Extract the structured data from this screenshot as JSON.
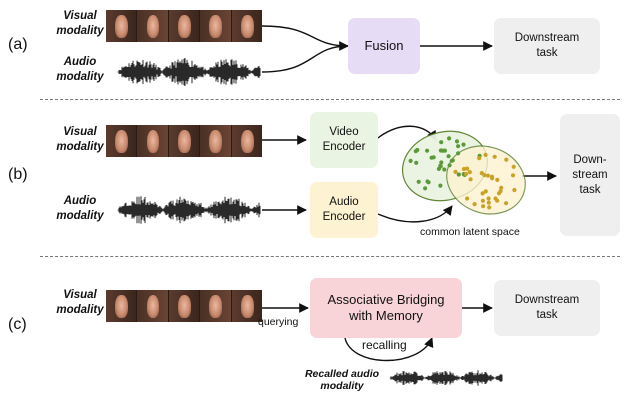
{
  "panel_a": {
    "label": "(a)",
    "visual_label": "Visual\nmodality",
    "audio_label": "Audio\nmodality",
    "fusion": "Fusion",
    "downstream": "Downstream\ntask",
    "colors": {
      "fusion": "#e6dcf5",
      "downstream": "#efefef"
    }
  },
  "panel_b": {
    "label": "(b)",
    "visual_label": "Visual\nmodality",
    "audio_label": "Audio\nmodality",
    "video_encoder": "Video\nEncoder",
    "audio_encoder": "Audio\nEncoder",
    "latent_caption": "common latent space",
    "downstream": "Down-\nstream\ntask",
    "colors": {
      "video_encoder": "#eaf4e2",
      "audio_encoder": "#fdf2d2",
      "green_dots": "#5a9a3a",
      "gold_dots": "#c9a227"
    }
  },
  "panel_c": {
    "label": "(c)",
    "visual_label": "Visual\nmodality",
    "memory": "Associative Bridging\nwith Memory",
    "querying": "querying",
    "recalling": "recalling",
    "recalled_label": "Recalled audio\nmodality",
    "downstream": "Downstream\ntask",
    "colors": {
      "memory": "#f8d4d9",
      "downstream": "#efefef"
    }
  }
}
